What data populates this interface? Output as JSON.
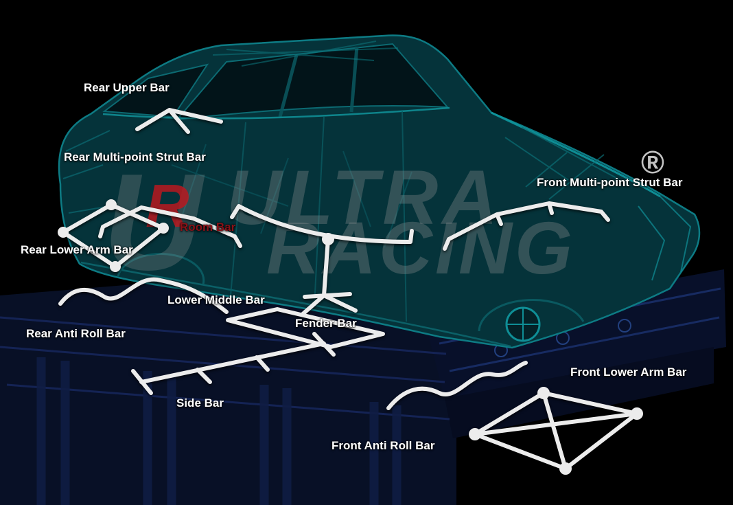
{
  "page": {
    "title": "Car chassis strut bar fitment diagram"
  },
  "watermark": {
    "monogram_u": "U",
    "monogram_r": "R",
    "line1": "ULTRA",
    "line2": "RACING",
    "registered": "®"
  },
  "labels": [
    {
      "id": "rear-upper-bar",
      "text": "Rear Upper Bar"
    },
    {
      "id": "rear-multi-point-strut-bar",
      "text": "Rear Multi-point Strut Bar"
    },
    {
      "id": "front-multi-point-strut-bar",
      "text": "Front Multi-point Strut Bar"
    },
    {
      "id": "room-bar",
      "text": "Room Bar"
    },
    {
      "id": "rear-lower-arm-bar",
      "text": "Rear Lower Arm Bar"
    },
    {
      "id": "lower-middle-bar",
      "text": "Lower Middle Bar"
    },
    {
      "id": "fender-bar",
      "text": "Fender Bar"
    },
    {
      "id": "rear-anti-roll-bar",
      "text": "Rear Anti Roll Bar"
    },
    {
      "id": "front-lower-arm-bar",
      "text": "Front Lower Arm Bar"
    },
    {
      "id": "side-bar",
      "text": "Side Bar"
    },
    {
      "id": "front-anti-roll-bar",
      "text": "Front Anti Roll Bar"
    }
  ],
  "colors": {
    "background": "#000000",
    "label_text": "#ffffff",
    "room_bar_label": "#8a1218",
    "car_body_fill": "#05333a",
    "car_frame_teal": "#0f8e96",
    "bar_white": "#ececec",
    "base_frame_navy": "#081026",
    "base_frame_lines": "#1c2f66",
    "watermark_gray": "#969696",
    "watermark_red": "#b91920"
  }
}
